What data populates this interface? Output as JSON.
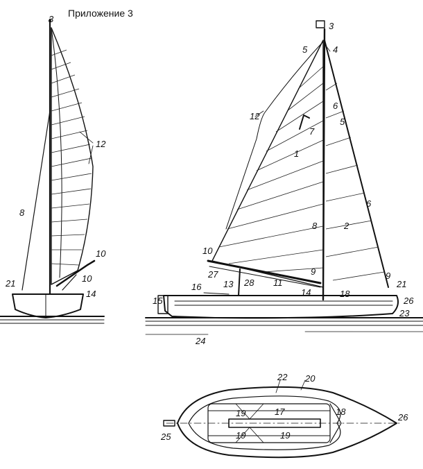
{
  "title": "Приложение 3",
  "views": {
    "front": {
      "callouts": {
        "c3": "3",
        "c12": "12",
        "c8": "8",
        "c10a": "10",
        "c10b": "10",
        "c21": "21",
        "c14": "14"
      }
    },
    "side": {
      "callouts": {
        "c3": "3",
        "c5a": "5",
        "c4": "4",
        "c6a": "6",
        "c5b": "5",
        "c7": "7",
        "c12": "12",
        "c1": "1",
        "c6b": "6",
        "c8": "8",
        "c2": "2",
        "c10": "10",
        "c9a": "9",
        "c27": "27",
        "c13": "13",
        "c28": "28",
        "c11": "11",
        "c9b": "9",
        "c21": "21",
        "c15": "15",
        "c16": "16",
        "c14": "14",
        "c18": "18",
        "c26": "26",
        "c23": "23",
        "c24": "24"
      }
    },
    "plan": {
      "callouts": {
        "c22": "22",
        "c20": "20",
        "c19a": "19",
        "c17": "17",
        "c18": "18",
        "c26": "26",
        "c25": "25",
        "c19b": "19",
        "c19c": "19"
      }
    }
  }
}
